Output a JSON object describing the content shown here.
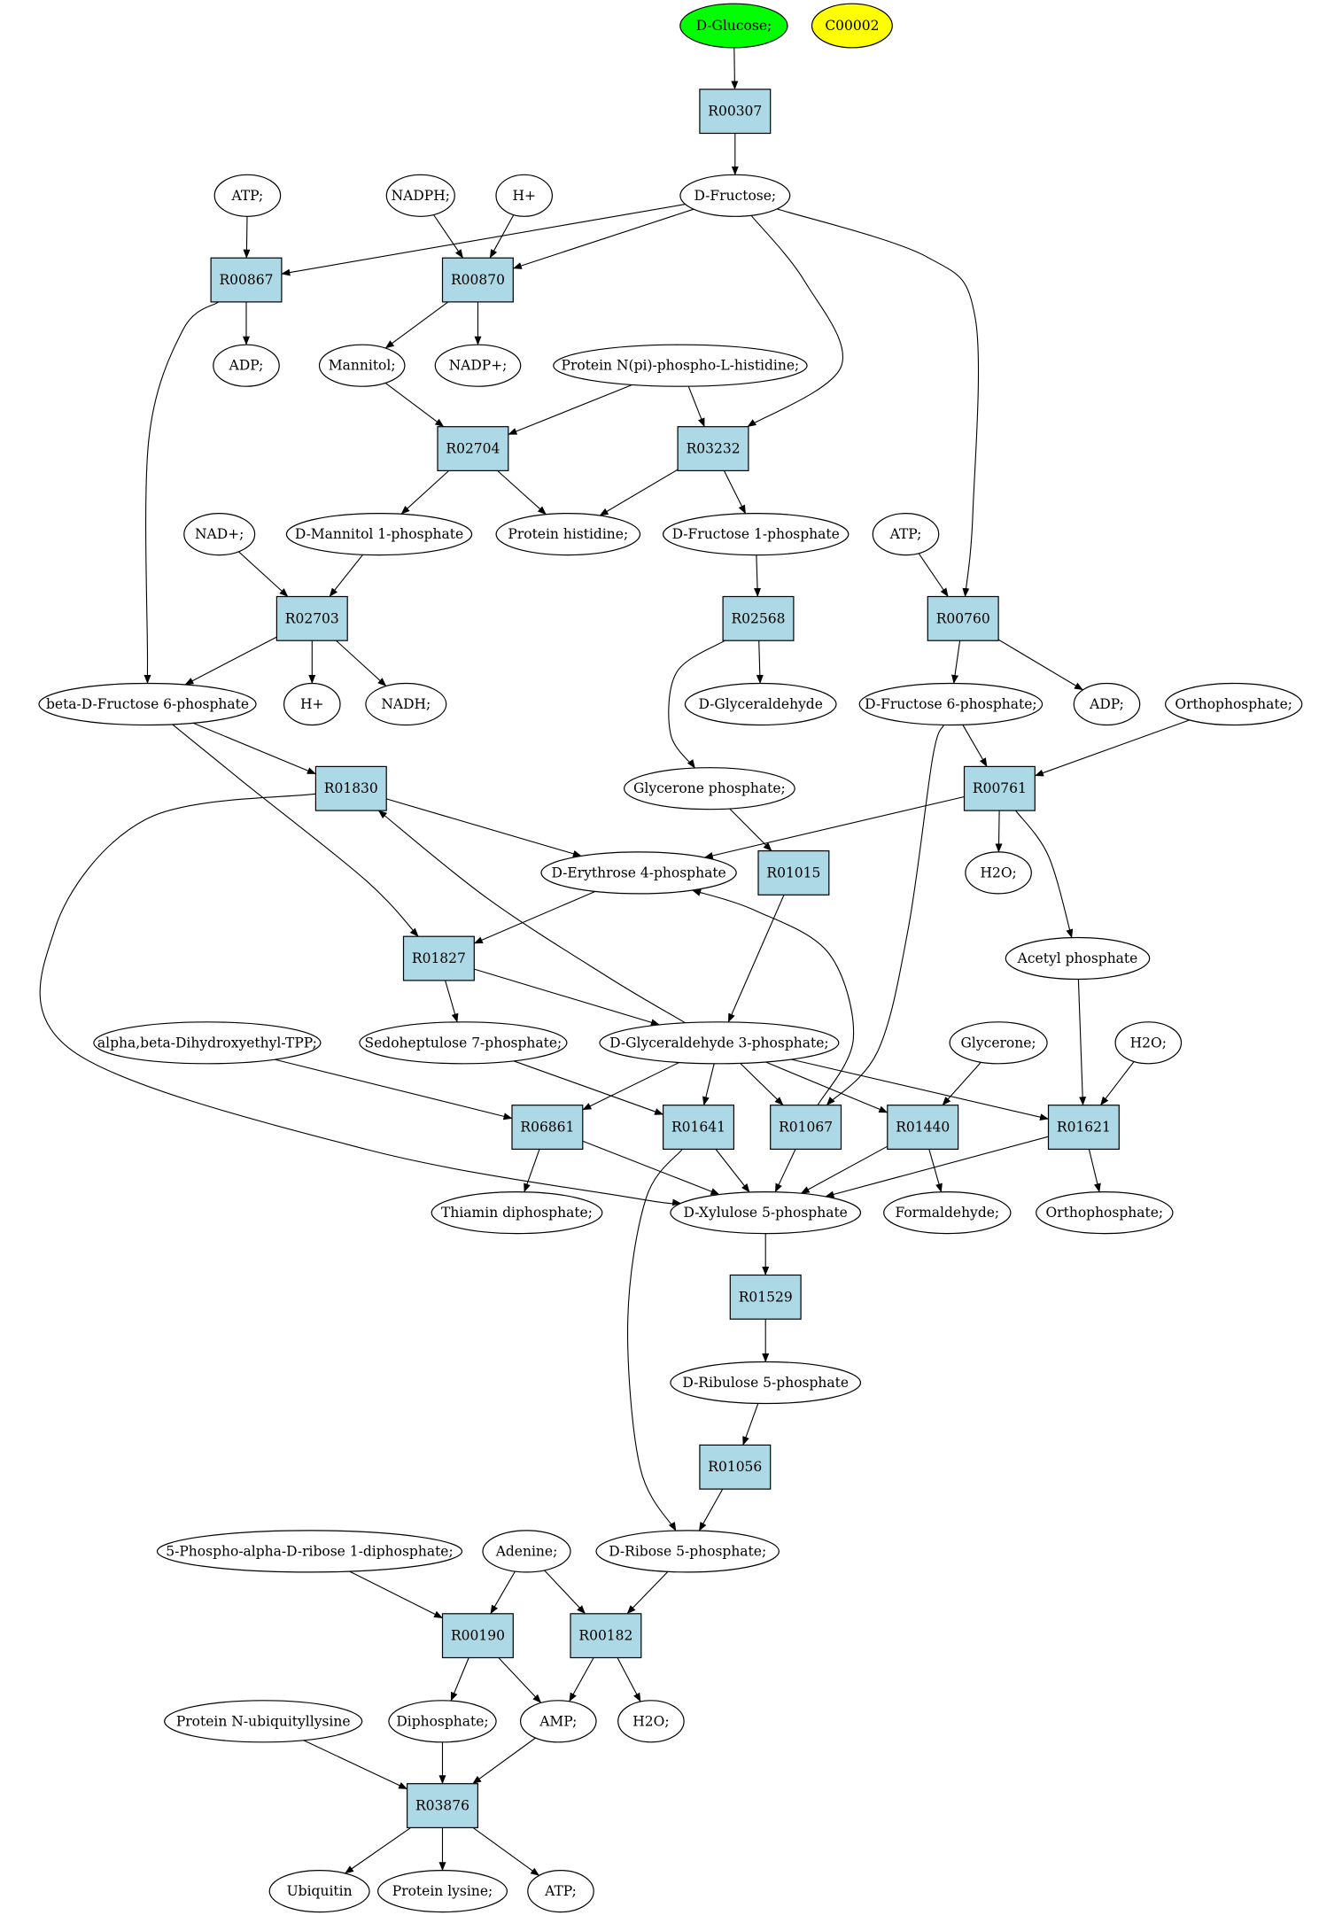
{
  "colors": {
    "reaction_fill": "#add8e6",
    "compound_fill": "#ffffff",
    "start_fill": "#00ff00",
    "special_fill": "#ffff00",
    "stroke": "#000000"
  },
  "nodes": {
    "glucose": "D-Glucose;",
    "c00002": "C00002",
    "r00307": "R00307",
    "atp1": "ATP;",
    "nadph": "NADPH;",
    "hplus1": "H+",
    "fructose": "D-Fructose;",
    "r00867": "R00867",
    "r00870": "R00870",
    "adp1": "ADP;",
    "mannitol": "Mannitol;",
    "nadp": "NADP+;",
    "protein_nphis": "Protein N(pi)-phospho-L-histidine;",
    "r02704": "R02704",
    "r03232": "R03232",
    "nad": "NAD+;",
    "mannitol1p": "D-Mannitol 1-phosphate",
    "protein_his": "Protein histidine;",
    "fructose1p": "D-Fructose 1-phosphate",
    "atp2": "ATP;",
    "r02703": "R02703",
    "r02568": "R02568",
    "r00760": "R00760",
    "bfru6p": "beta-D-Fructose 6-phosphate",
    "hplus2": "H+",
    "nadh": "NADH;",
    "glyceraldehyde": "D-Glyceraldehyde",
    "fru6p": "D-Fructose 6-phosphate;",
    "adp2": "ADP;",
    "orthophosphate1": "Orthophosphate;",
    "r01830": "R01830",
    "glyceronep": "Glycerone phosphate;",
    "r00761": "R00761",
    "erythrose4p": "D-Erythrose 4-phosphate",
    "r01015": "R01015",
    "h2o1": "H2O;",
    "r01827": "R01827",
    "acetylp": "Acetyl phosphate",
    "alphabeta": "alpha,beta-Dihydroxyethyl-TPP;",
    "sedo7p": "Sedoheptulose 7-phosphate;",
    "g3p": "D-Glyceraldehyde 3-phosphate;",
    "glycerone": "Glycerone;",
    "h2o2": "H2O;",
    "r06861": "R06861",
    "r01641": "R01641",
    "r01067": "R01067",
    "r01440": "R01440",
    "r01621": "R01621",
    "tpp": "Thiamin diphosphate;",
    "xylulose5p": "D-Xylulose 5-phosphate",
    "formaldehyde": "Formaldehyde;",
    "orthophosphate2": "Orthophosphate;",
    "r01529": "R01529",
    "ribulose5p": "D-Ribulose 5-phosphate",
    "r01056": "R01056",
    "prpp": "5-Phospho-alpha-D-ribose 1-diphosphate;",
    "adenine": "Adenine;",
    "ribose5p": "D-Ribose 5-phosphate;",
    "r00190": "R00190",
    "r00182": "R00182",
    "protein_ubq": "Protein N-ubiquityllysine",
    "diphosphate": "Diphosphate;",
    "amp": "AMP;",
    "h2o3": "H2O;",
    "r03876": "R03876",
    "ubiquitin": "Ubiquitin",
    "protein_lys": "Protein lysine;",
    "atp3": "ATP;"
  }
}
